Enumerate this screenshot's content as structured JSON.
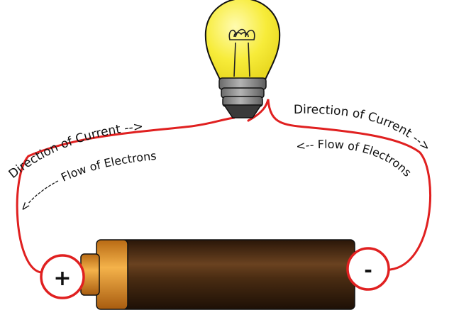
{
  "labels": {
    "left_current": "Direction of Current -->",
    "left_electrons": "<---------  Flow of Electrons",
    "right_current": "Direction of Current -->",
    "right_electrons": "<--  Flow of Electrons"
  },
  "terminals": {
    "positive": "+",
    "negative": "-"
  },
  "colors": {
    "wire": "#e02020",
    "bulb_glass": "#f7ec3a",
    "bulb_base": "#8a8a8a",
    "battery_body": "#3e230f",
    "battery_cap": "#e0902a",
    "terminal_ring": "#e02020"
  }
}
